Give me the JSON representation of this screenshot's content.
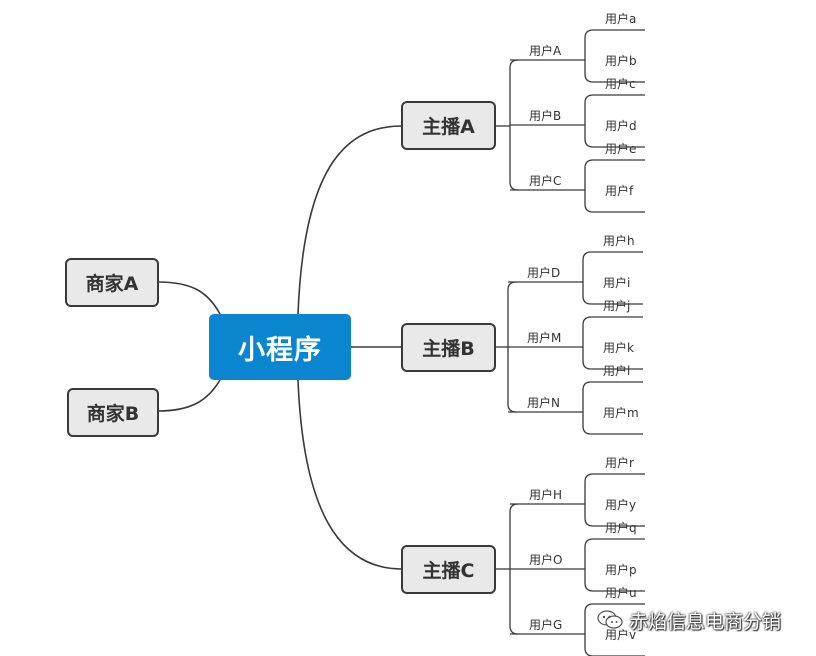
{
  "central": {
    "label": "小程序"
  },
  "merchants": [
    {
      "label": "商家A"
    },
    {
      "label": "商家B"
    }
  ],
  "hosts": [
    {
      "label": "主播A",
      "users": [
        {
          "label": "用户A",
          "children": [
            "用户a",
            "用户b"
          ]
        },
        {
          "label": "用户B",
          "children": [
            "用户c",
            "用户d"
          ]
        },
        {
          "label": "用户C",
          "children": [
            "用户e",
            "用户f"
          ]
        }
      ]
    },
    {
      "label": "主播B",
      "users": [
        {
          "label": "用户D",
          "children": [
            "用户h",
            "用户i"
          ]
        },
        {
          "label": "用户M",
          "children": [
            "用户j",
            "用户k"
          ]
        },
        {
          "label": "用户N",
          "children": [
            "用户l",
            "用户m"
          ]
        }
      ]
    },
    {
      "label": "主播C",
      "users": [
        {
          "label": "用户H",
          "children": [
            "用户r",
            "用户y"
          ]
        },
        {
          "label": "用户O",
          "children": [
            "用户q",
            "用户p"
          ]
        },
        {
          "label": "用户G",
          "children": [
            "用户u",
            "用户v"
          ]
        }
      ]
    }
  ],
  "watermark": {
    "text": "赤焰信息电商分销",
    "icon": "wechat-icon"
  }
}
